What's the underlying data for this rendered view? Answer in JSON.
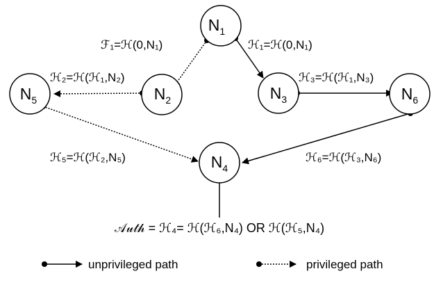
{
  "nodes": {
    "n1": {
      "name": "N",
      "sub": "1"
    },
    "n2": {
      "name": "N",
      "sub": "2"
    },
    "n3": {
      "name": "N",
      "sub": "3"
    },
    "n4": {
      "name": "N",
      "sub": "4"
    },
    "n5": {
      "name": "N",
      "sub": "5"
    },
    "n6": {
      "name": "N",
      "sub": "6"
    }
  },
  "edge_labels": {
    "h1_left": "ℱ₁=ℋ(0,N₁)",
    "h1_right": "ℋ₁=ℋ(0,N₁)",
    "h2": "ℋ₂=ℋ(ℋ₁,N₂)",
    "h3": "ℋ₃=ℋ(ℋ₁,N₃)",
    "h5": "ℋ₅=ℋ(ℋ₂,N₅)",
    "h6": "ℋ₆=ℋ(ℋ₃,N₆)"
  },
  "auth_formula": "𝒜𝓊𝓉𝒽 = ℋ₄= ℋ(ℋ₆,N₄) OR ℋ(ℋ₅,N₄)",
  "legend": {
    "unprivileged": "unprivileged path",
    "privileged": "privileged path"
  }
}
